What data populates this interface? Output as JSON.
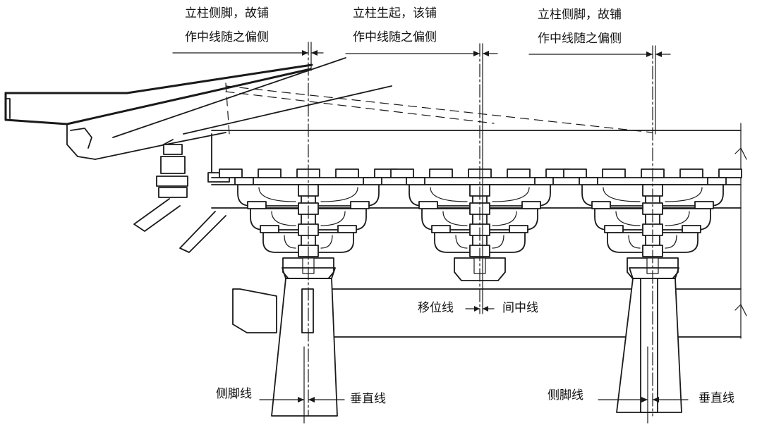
{
  "annotations": {
    "left_top": [
      "立柱侧脚，故铺",
      "作中线随之偏侧"
    ],
    "middle_top": [
      "立柱生起，该铺",
      "作中线随之偏侧"
    ],
    "right_top": [
      "立柱侧脚，故铺",
      "作中线随之偏侧"
    ],
    "displacement_line": "移位线",
    "bay_center_line": "间中线",
    "left_batter_line": "侧脚线",
    "left_vertical_line": "垂直线",
    "right_batter_line": "侧脚线",
    "right_vertical_line": "垂直线"
  }
}
